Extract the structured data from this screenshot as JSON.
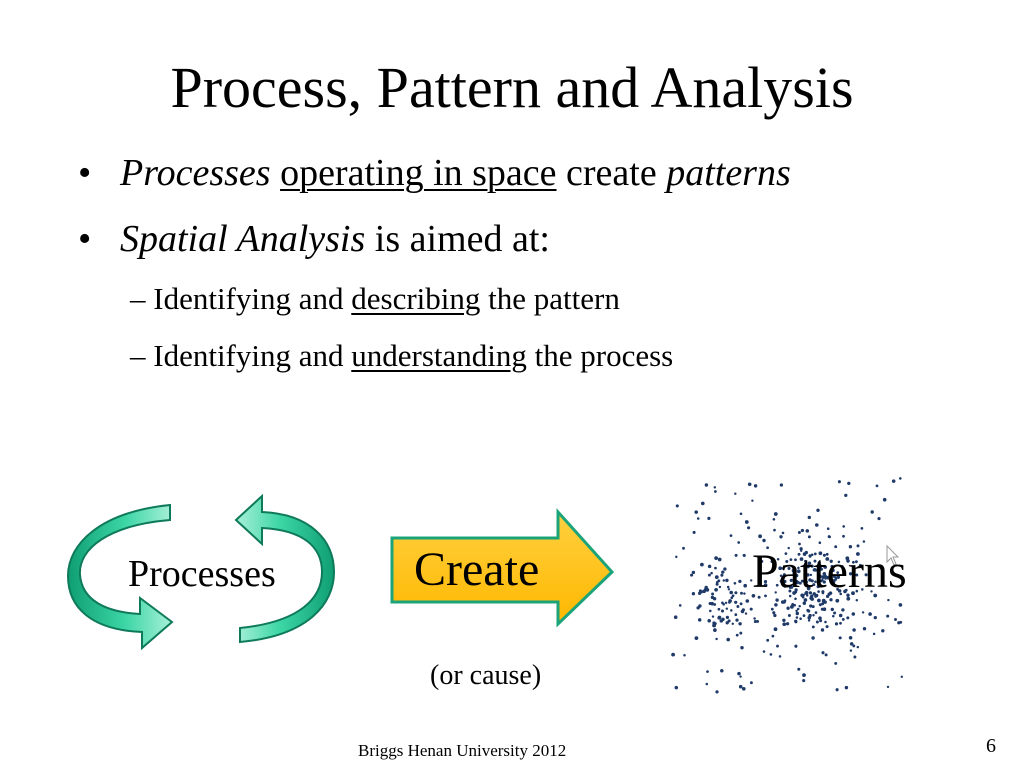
{
  "slide": {
    "title": "Process, Pattern and Analysis",
    "bullets": [
      {
        "bullet": "•",
        "parts": [
          {
            "text": "Processes",
            "style": "italic"
          },
          {
            "text": " ",
            "style": "normal"
          },
          {
            "text": "operating in space",
            "style": "underline"
          },
          {
            "text": " create ",
            "style": "normal"
          },
          {
            "text": "patterns",
            "style": "italic"
          }
        ]
      },
      {
        "bullet": "•",
        "parts": [
          {
            "text": "Spatial Analysis",
            "style": "italic"
          },
          {
            "text": " is aimed at:",
            "style": "normal"
          }
        ]
      }
    ],
    "subbullets": [
      {
        "dash": "–",
        "parts": [
          {
            "text": " Identifying and ",
            "style": "normal"
          },
          {
            "text": "describing",
            "style": "underline"
          },
          {
            "text": " the pattern",
            "style": "normal"
          }
        ]
      },
      {
        "dash": "–",
        "parts": [
          {
            "text": " Identifying and ",
            "style": "normal"
          },
          {
            "text": "understanding",
            "style": "underline"
          },
          {
            "text": " the process",
            "style": "normal"
          }
        ]
      }
    ],
    "diagram": {
      "processes_label": "Processes",
      "create_label": "Create",
      "patterns_label": "Patterns",
      "cause_label": "(or cause)"
    },
    "footer": "Briggs Henan University 2012",
    "page_number": "6"
  },
  "colors": {
    "cycle_fill": "#1ABC8C",
    "cycle_light": "#8FE8CC",
    "cycle_stroke": "#0E7A5A",
    "create_fill": "#FFC000",
    "create_stroke": "#1BA37A",
    "dots": "#1F3A68"
  },
  "icons": [
    "cycle-arrows-icon",
    "right-arrow-icon",
    "mouse-cursor-icon"
  ]
}
